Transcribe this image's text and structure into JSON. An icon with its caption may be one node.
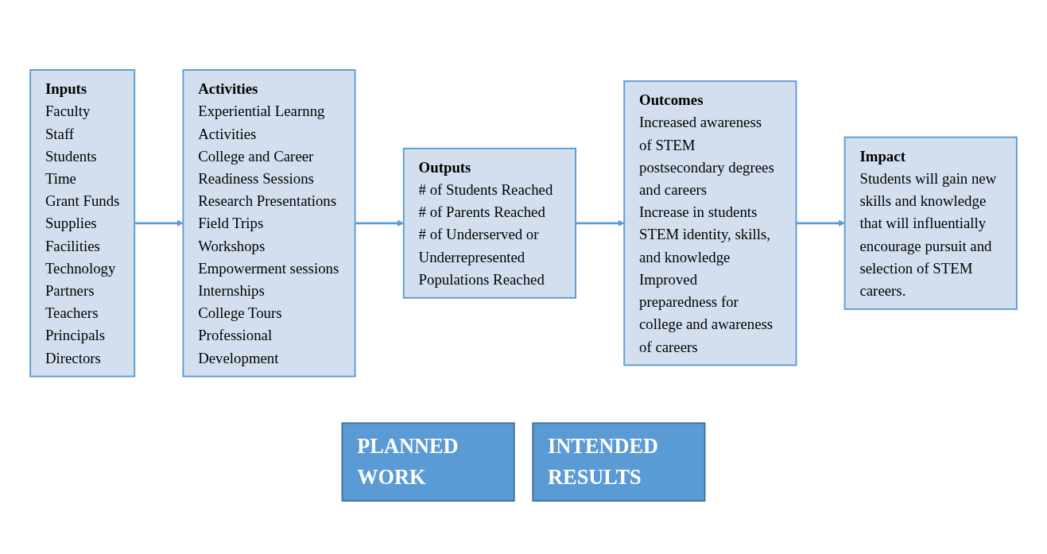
{
  "diagram": {
    "nodes": [
      {
        "text": [
          "Inputs",
          "Faculty",
          "Staff",
          "Students",
          "Time",
          "Grant Funds",
          "Supplies",
          "Facilities",
          "Technology",
          "Partners",
          "Teachers",
          "Principals",
          "Directors"
        ]
      },
      {
        "text": [
          "Activities",
          "Experiential Learnng Activities",
          "College and Career Readiness Sessions",
          "Research Presentations",
          "Field Trips",
          "Workshops",
          "Empowerment sessions",
          "Internships",
          "College Tours",
          "Professional Development"
        ]
      },
      {
        "text": [
          "Outputs",
          "# of Students Reached",
          "# of Parents Reached",
          "# of Underserved or Underrepresented Populations Reached"
        ]
      },
      {
        "text": [
          "Outcomes",
          "Increased awareness of STEM postsecondary degrees and careers",
          "Increase in students STEM identity, skills, and knowledge",
          "Improved preparedness for college and awareness of careers"
        ]
      },
      {
        "text": [
          "Impact",
          "Students will gain new skills and knowledge that will influentially encourage pursuit and selection of STEM careers."
        ]
      },
      {
        "text": [
          "PLANNED WORK"
        ]
      },
      {
        "text": [
          "INTENDED RESULTS"
        ]
      }
    ],
    "edges": [
      {
        "from": 0,
        "to": 1,
        "arrow": "to"
      },
      {
        "from": 1,
        "to": 2,
        "arrow": "to"
      },
      {
        "from": 2,
        "to": 3,
        "arrow": "to"
      },
      {
        "from": 3,
        "to": 4,
        "arrow": "to"
      }
    ]
  }
}
